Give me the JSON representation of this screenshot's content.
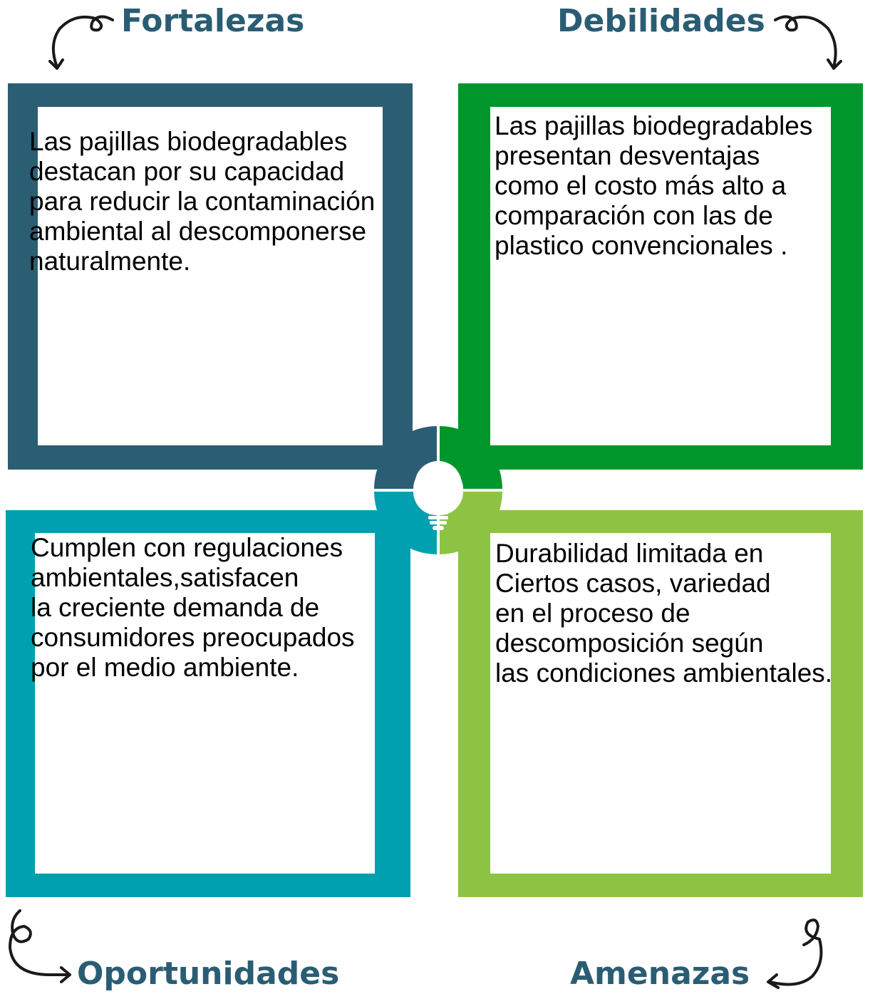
{
  "colors": {
    "fortalezas": "#2b5d73",
    "debilidades": "#00962b",
    "oportunidades": "#00a0b0",
    "amenazas": "#8dc342",
    "heading": "#2a5d73"
  },
  "quadrants": {
    "fortalezas": {
      "title": "Fortalezas",
      "text": "Las pajillas biodegradables\ndestacan por su capacidad\npara reducir la contaminación\nambiental al descomponerse\nnaturalmente."
    },
    "debilidades": {
      "title": "Debilidades",
      "text": "Las pajillas biodegradables\npresentan desventajas\ncomo el costo más alto a\ncomparación con las de\nplastico convencionales ."
    },
    "oportunidades": {
      "title": "Oportunidades",
      "text": "Cumplen con regulaciones\nambientales,satisfacen\nla creciente demanda de\nconsumidores preocupados\npor el medio ambiente."
    },
    "amenazas": {
      "title": "Amenazas",
      "text": "Durabilidad limitada  en\nCiertos casos, variedad\nen el proceso de\ndescomposición según\nlas condiciones ambientales."
    }
  },
  "icons": {
    "center": "lightbulb-icon",
    "arrows": "curly-arrow-icon"
  }
}
